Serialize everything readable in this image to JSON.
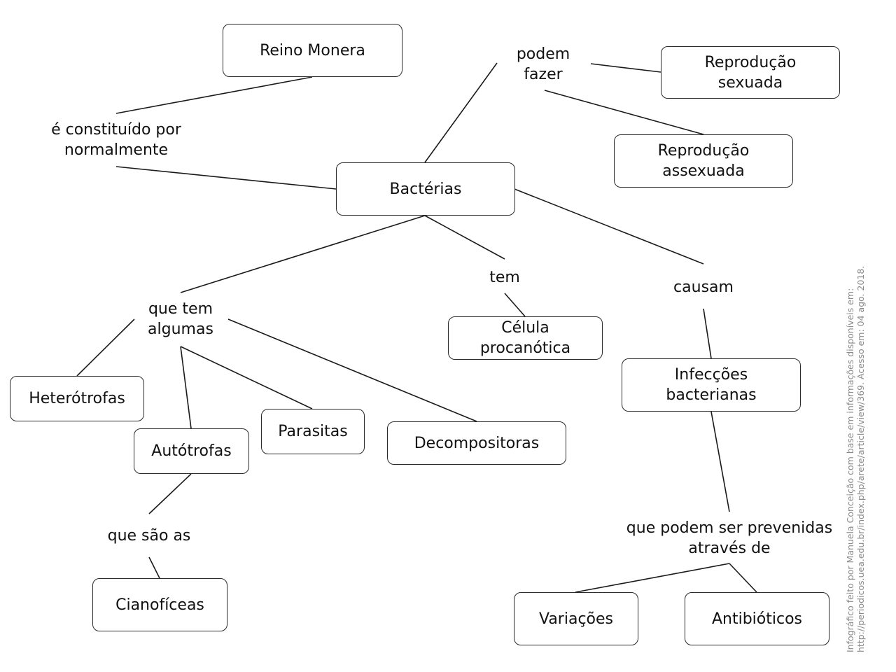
{
  "diagram": {
    "nodes": {
      "reino_monera": "Reino Monera",
      "bacterias": "Bactérias",
      "reproducao_sexuada": "Reprodução\nsexuada",
      "reproducao_assexuada": "Reprodução\nassexuada",
      "celula_procanotica": "Célula\nprocanótica",
      "infeccoes_bacterianas": "Infecções\nbacterianas",
      "heterotrofas": "Heterótrofas",
      "autotrofas": "Autótrofas",
      "parasitas": "Parasitas",
      "decompositoras": "Decompositoras",
      "cianoficeas": "Cianofíceas",
      "variacoes": "Variações",
      "antibioticos": "Antibióticos"
    },
    "links": {
      "constituido": "é constituído por\nnormalmente",
      "podem_fazer": "podem\nfazer",
      "tem": "tem",
      "causam": "causam",
      "que_tem_algumas": "que tem\nalgumas",
      "que_sao_as": "que são as",
      "prevenidas": "que podem ser prevenidas\natravés de"
    }
  },
  "credit": "Infográfico feito por Manuela Conceição com  base em informações disponíveis  em:\nhttp://periodicos.uea.edu.br/index.php/arete/article/view/369. Acesso em: 04 ago. 2018."
}
